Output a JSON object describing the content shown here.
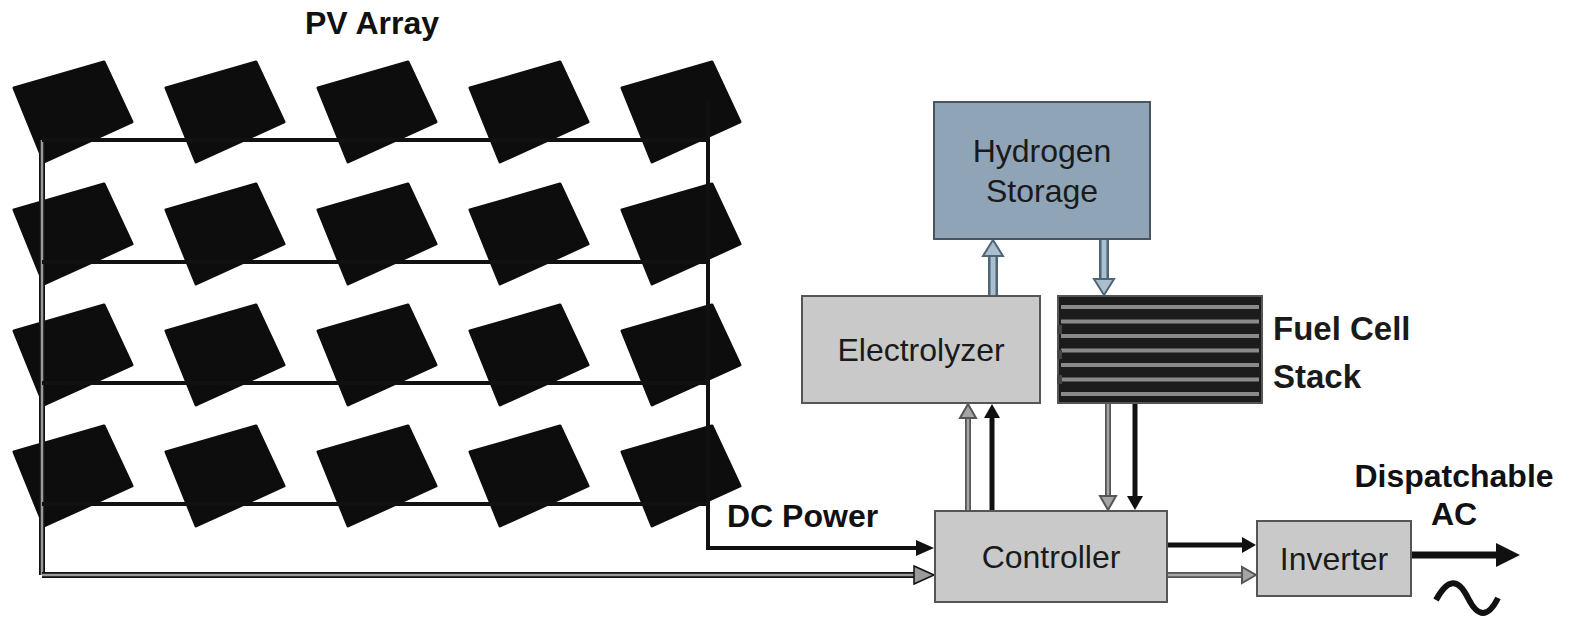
{
  "diagram": {
    "nodes": [
      {
        "text": [
          "Hydrogen Storage"
        ]
      },
      {
        "text": [
          "Electrolyzer"
        ]
      },
      {
        "text": [
          "Fuel Cell Stack"
        ]
      },
      {
        "text": [
          "Controller"
        ]
      },
      {
        "text": [
          "Inverter"
        ]
      }
    ],
    "edges": [
      {
        "from": 1,
        "to": 0,
        "arrow": "to"
      },
      {
        "from": 0,
        "to": 2,
        "arrow": "to"
      },
      {
        "from": 3,
        "to": 1,
        "arrow": "to"
      },
      {
        "from": 3,
        "to": 1,
        "arrow": "to"
      },
      {
        "from": 2,
        "to": 3,
        "arrow": "to"
      },
      {
        "from": 2,
        "to": 3,
        "arrow": "to"
      },
      {
        "from": 3,
        "to": 4,
        "arrow": "to"
      },
      {
        "from": 3,
        "to": 4,
        "arrow": "to"
      }
    ],
    "labels": [
      "PV Array",
      "DC Power",
      "Dispatchable AC"
    ]
  }
}
